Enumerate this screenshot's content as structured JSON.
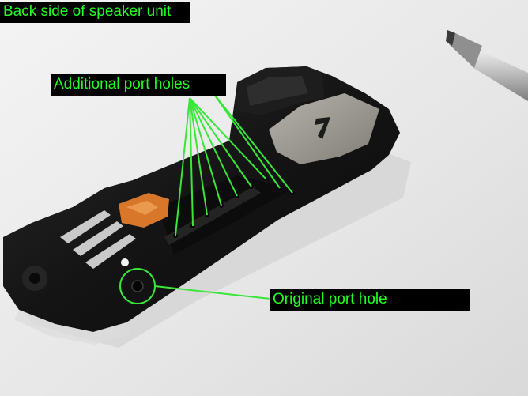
{
  "annotations": {
    "title": "Back side of speaker unit",
    "additional": "Additional port holes",
    "original": "Original port hole"
  },
  "colors": {
    "annotation_text": "#22ff22",
    "annotation_bg": "#000000",
    "callout_line": "#39e639",
    "background": "#e9e9e9",
    "speaker_body": "#141414",
    "flex_pad": "#d8772a",
    "contacts": "#c9c9c9",
    "mesh_plate": "#9b9a93"
  },
  "icons": [
    "screwdriver-icon"
  ]
}
